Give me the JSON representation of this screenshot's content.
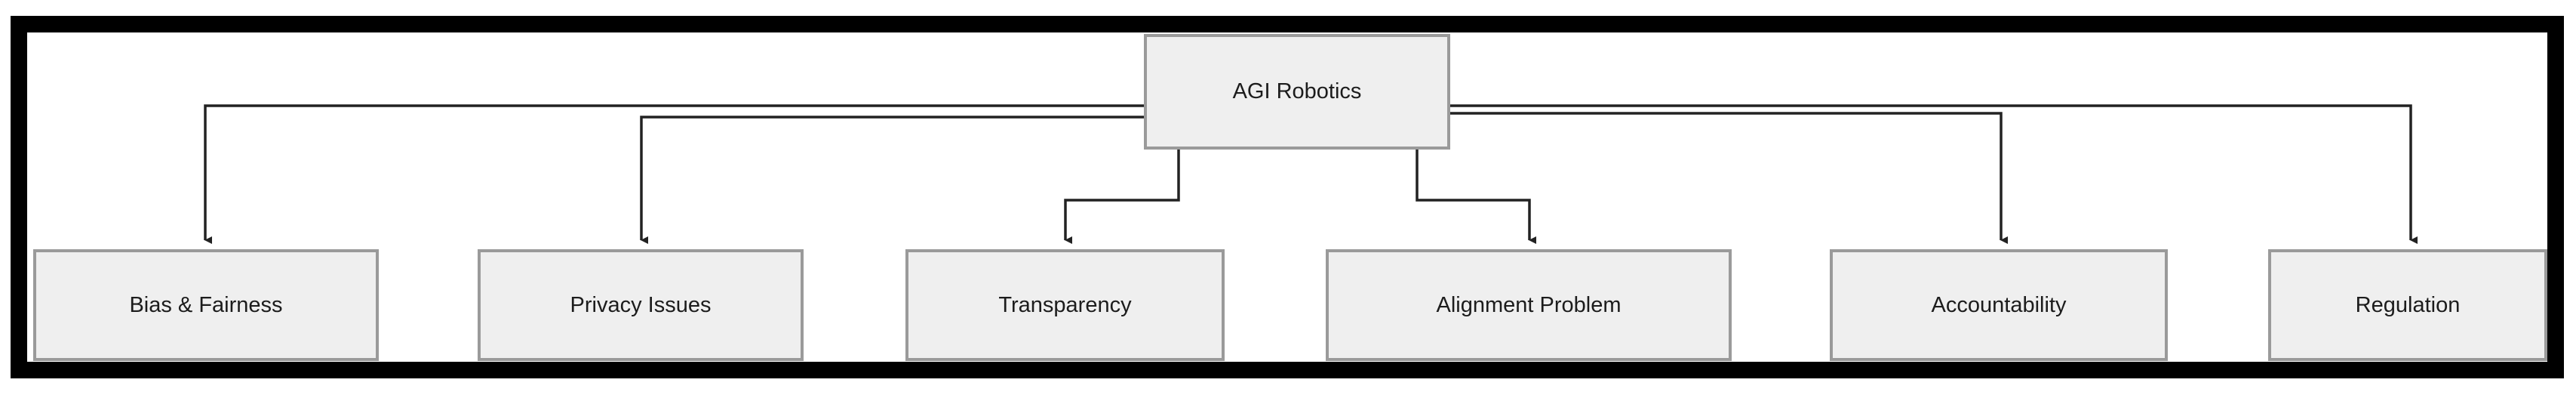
{
  "diagram": {
    "type": "tree",
    "root": {
      "label": "AGI Robotics"
    },
    "children": [
      {
        "label": "Bias & Fairness"
      },
      {
        "label": "Privacy Issues"
      },
      {
        "label": "Transparency"
      },
      {
        "label": "Alignment Problem"
      },
      {
        "label": "Accountability"
      },
      {
        "label": "Regulation"
      }
    ],
    "colors": {
      "frame": "#000000",
      "node_fill": "#efefef",
      "node_border": "#9a9a9a",
      "connector": "#222222",
      "text": "#1c1c1c"
    }
  }
}
